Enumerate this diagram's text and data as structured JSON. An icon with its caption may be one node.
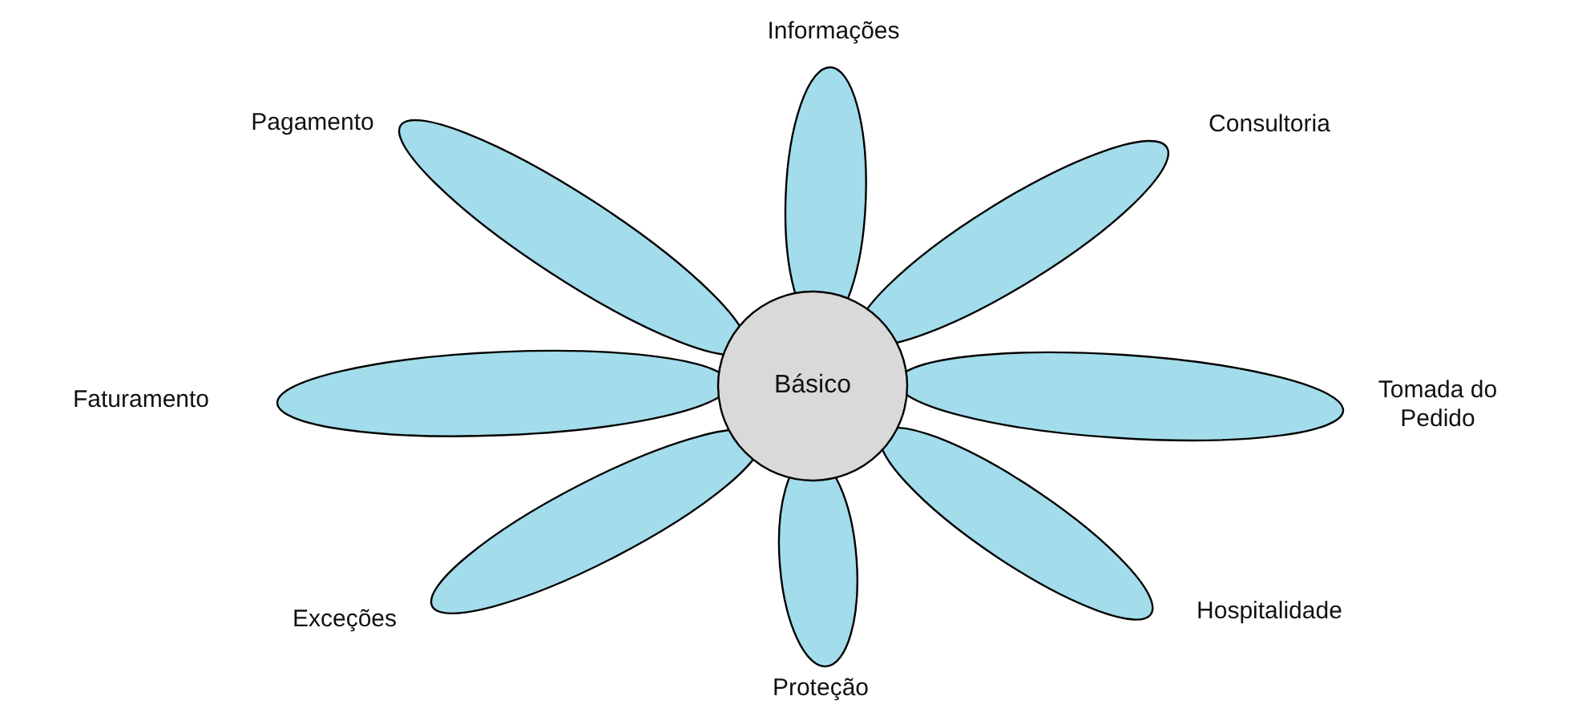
{
  "diagram": {
    "nodes": [
      {
        "text": [
          "Básico"
        ]
      },
      {
        "text": [
          "Informações"
        ]
      },
      {
        "text": [
          "Consultoria"
        ]
      },
      {
        "text": [
          "Tomada do Pedido"
        ]
      },
      {
        "text": [
          "Hospitalidade"
        ]
      },
      {
        "text": [
          "Proteção"
        ]
      },
      {
        "text": [
          "Exceções"
        ]
      },
      {
        "text": [
          "Faturamento"
        ]
      },
      {
        "text": [
          "Pagamento"
        ]
      }
    ]
  }
}
